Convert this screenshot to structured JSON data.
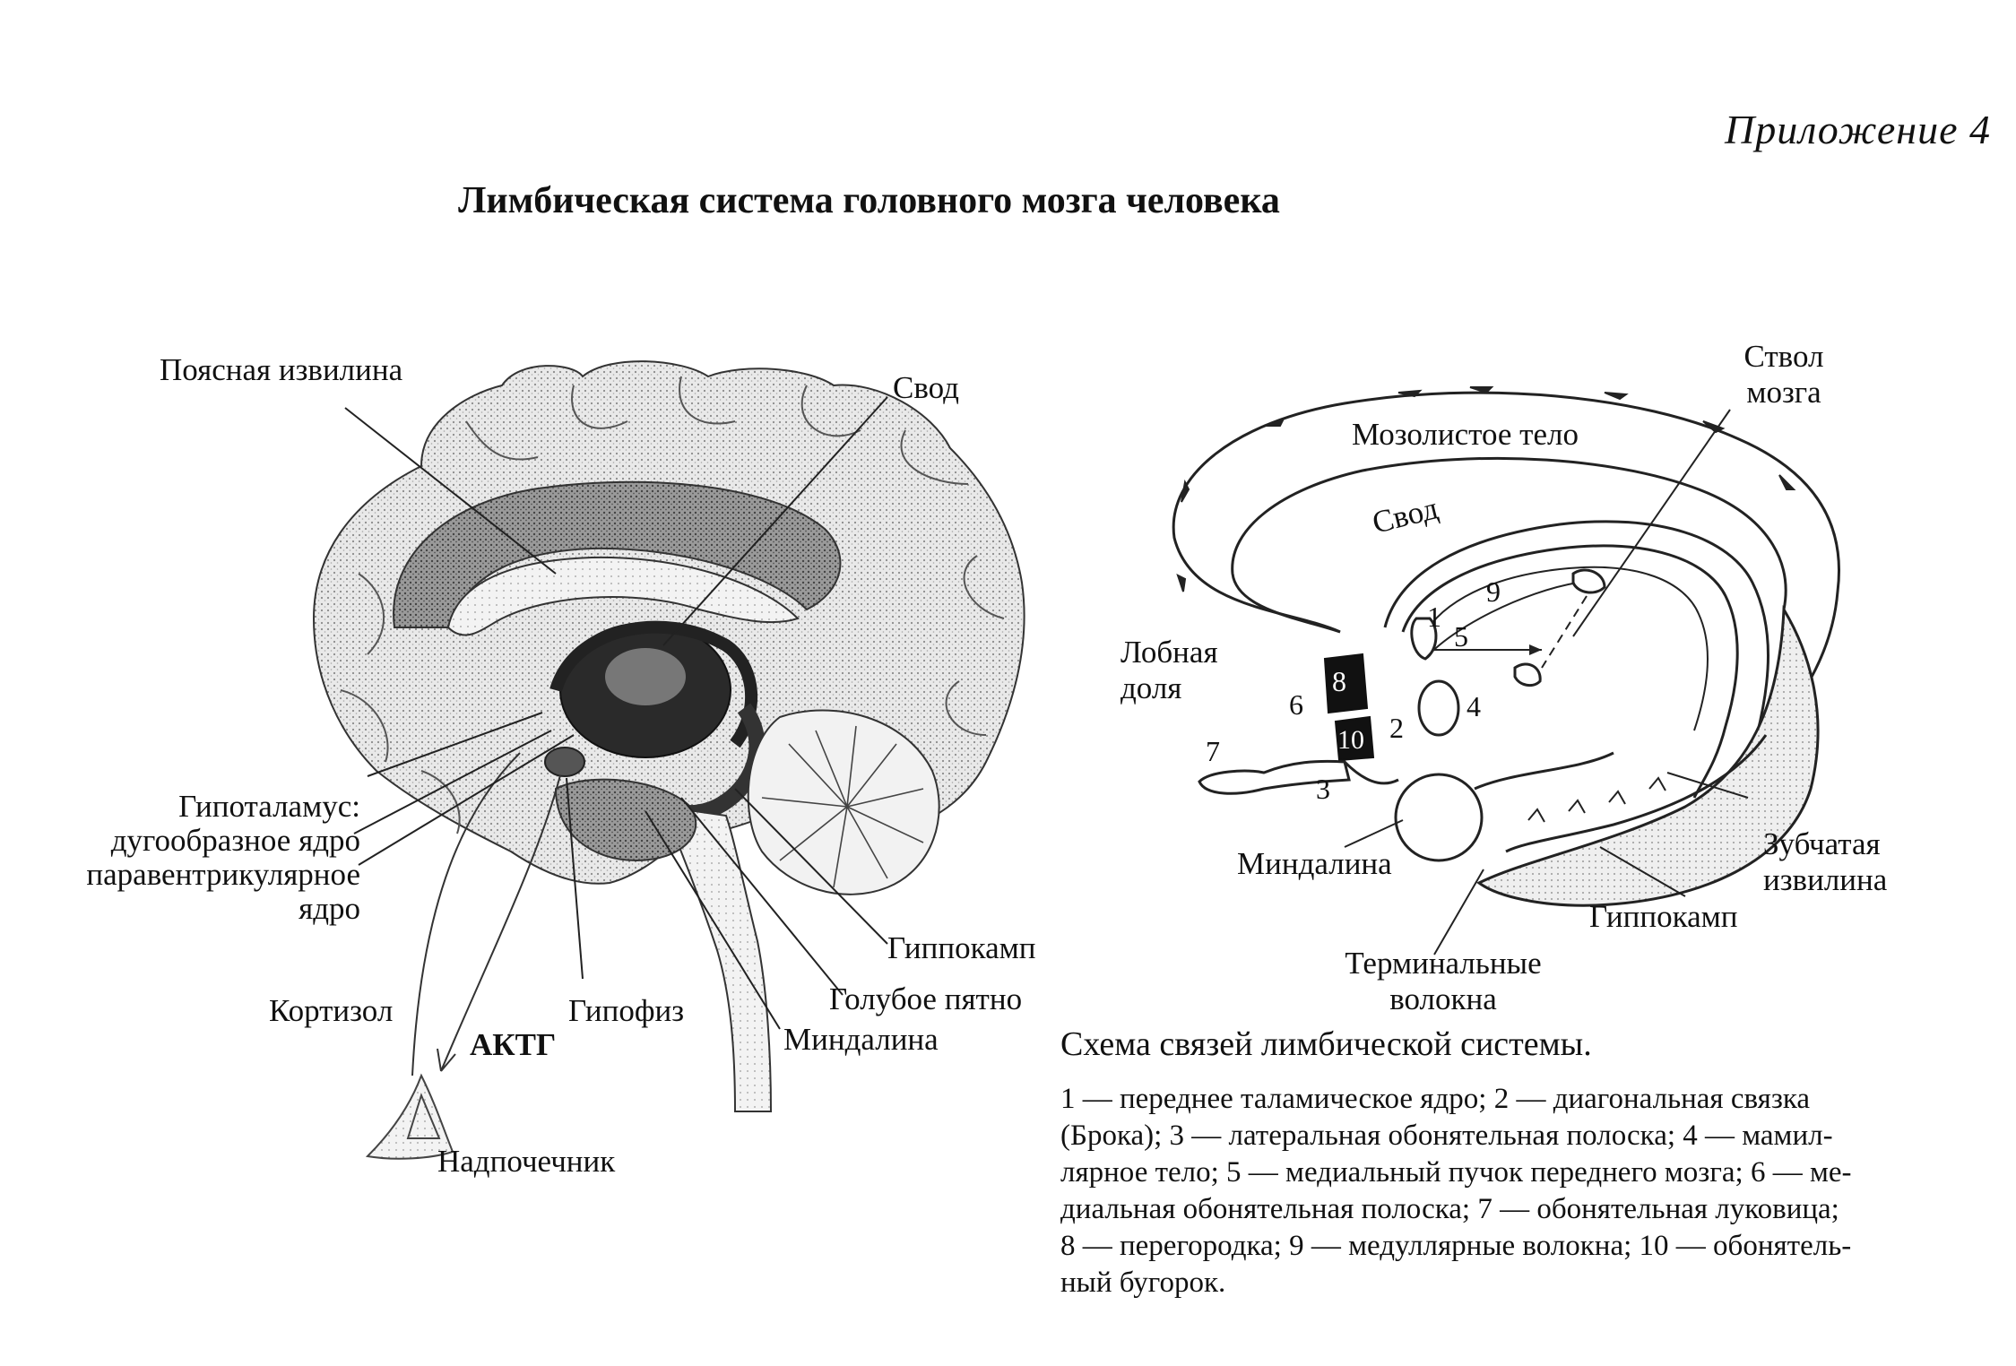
{
  "appendix": "Приложение 4",
  "title": "Лимбическая система головного мозга человека",
  "left_figure": {
    "labels": {
      "cingulate_gyrus": "Поясная извилина",
      "fornix": "Свод",
      "hypothalamus_line1": "Гипоталамус:",
      "hypothalamus_line2": "дугообразное ядро",
      "hypothalamus_line3": "паравентрикулярное",
      "hypothalamus_line4": "ядро",
      "hippocampus": "Гиппокамп",
      "locus_coeruleus": "Голубое пятно",
      "amygdala": "Миндалина",
      "cortisol": "Кортизол",
      "pituitary": "Гипофиз",
      "acth": "АКТГ",
      "adrenal": "Надпочечник"
    }
  },
  "right_figure": {
    "labels": {
      "brainstem_line1": "Ствол",
      "brainstem_line2": "мозга",
      "corpus_callosum": "Мозолистое тело",
      "fornix": "Свод",
      "frontal_line1": "Лобная",
      "frontal_line2": "доля",
      "amygdala": "Миндалина",
      "dentate_line1": "Зубчатая",
      "dentate_line2": "извилина",
      "hippocampus": "Гиппокамп",
      "terminal_line1": "Терминальные",
      "terminal_line2": "волокна",
      "n1": "1",
      "n2": "2",
      "n3": "3",
      "n4": "4",
      "n5": "5",
      "n6": "6",
      "n7": "7",
      "n8": "8",
      "n9": "9",
      "n10": "10"
    },
    "caption": "Схема связей лимбической системы.",
    "legend_lines": [
      "1 — переднее таламическое ядро; 2 — диагональная связка",
      "(Брока); 3 — латеральная обонятельная полоска; 4 — мамил-",
      "лярное тело; 5 — медиальный пучок переднего мозга; 6 — ме-",
      "диальная обонятельная полоска; 7 — обонятельная луковица;",
      "8 — перегородка; 9 — медуллярные волокна; 10 — обонятель-",
      "ный бугорок."
    ]
  }
}
